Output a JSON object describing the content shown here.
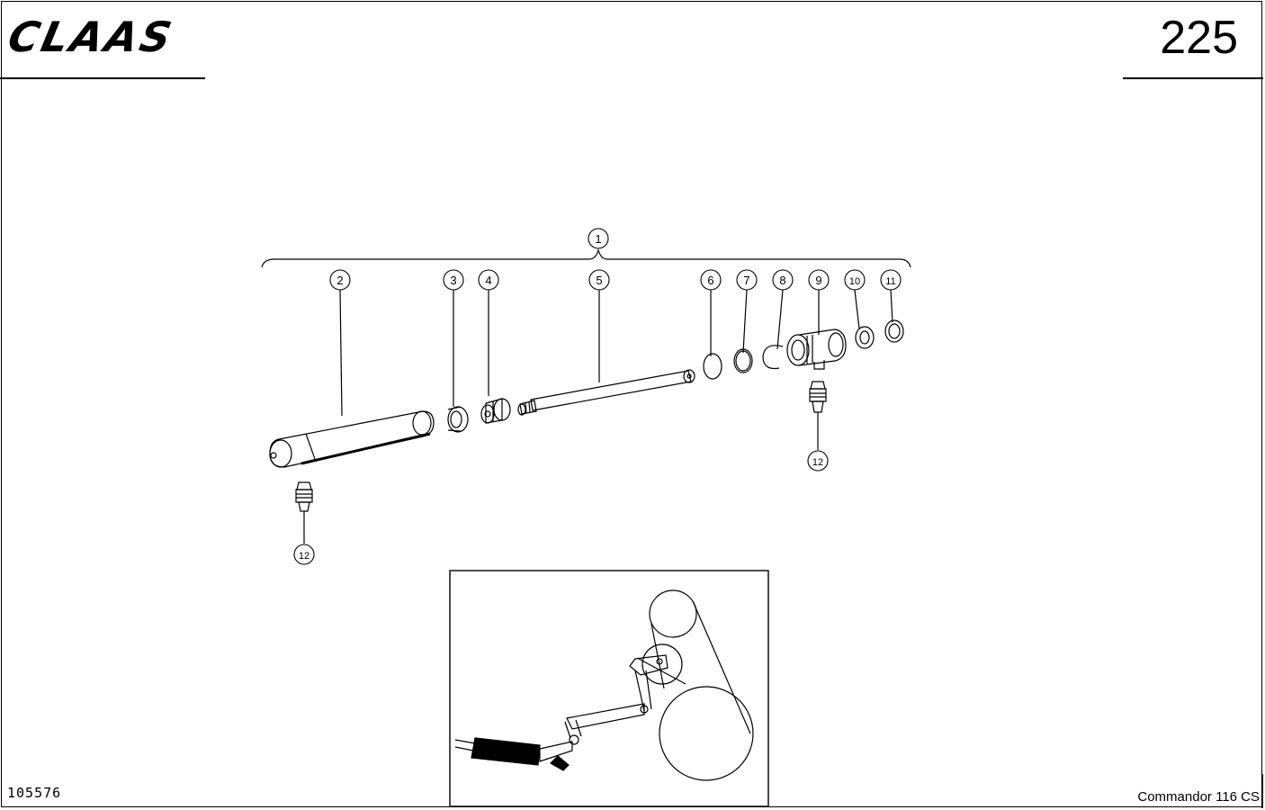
{
  "header": {
    "brand": "CLAAS",
    "page_number": "225"
  },
  "footer": {
    "figure_id": "105576",
    "model": "Commandor 116 CS"
  },
  "callouts": {
    "c1": "1",
    "c2": "2",
    "c3": "3",
    "c4": "4",
    "c5": "5",
    "c6": "6",
    "c7": "7",
    "c8": "8",
    "c9": "9",
    "c10": "10",
    "c11": "11",
    "c12a": "12",
    "c12b": "12"
  }
}
